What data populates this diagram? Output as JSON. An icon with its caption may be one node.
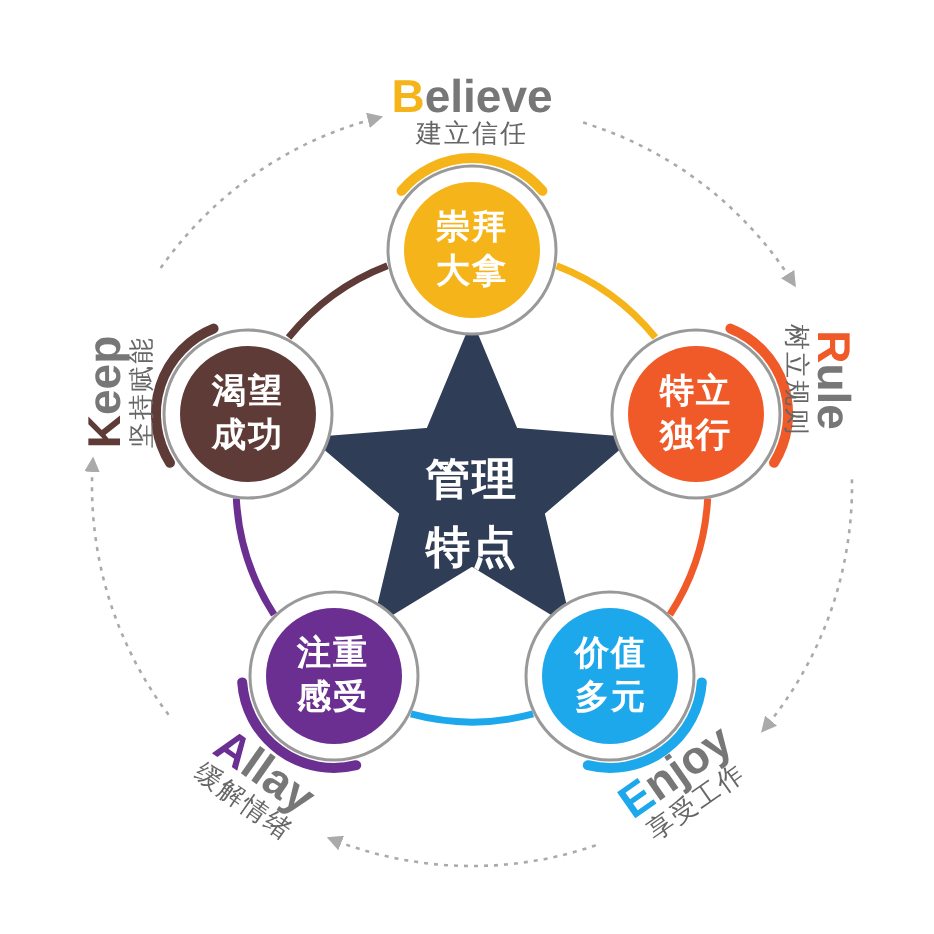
{
  "diagram": {
    "nodes": [
      {
        "text": [
          "管理特点"
        ]
      },
      {
        "text": [
          "崇拜大拿"
        ]
      },
      {
        "text": [
          "特立独行"
        ]
      },
      {
        "text": [
          "价值多元"
        ]
      },
      {
        "text": [
          "注重感受"
        ]
      },
      {
        "text": [
          "渴望成功"
        ]
      },
      {
        "text": [
          "Believe",
          "建立信任"
        ]
      },
      {
        "text": [
          "Rule",
          "树立规则"
        ]
      },
      {
        "text": [
          "Enjoy",
          "享受工作"
        ]
      },
      {
        "text": [
          "Allay",
          "缓解情绪"
        ]
      },
      {
        "text": [
          "Keep",
          "坚持赋能"
        ]
      }
    ],
    "edges": [
      {
        "from": 1,
        "to": 2,
        "arrow": "none",
        "style": "thick",
        "color": "#f5b41a"
      },
      {
        "from": 2,
        "to": 3,
        "arrow": "none",
        "style": "thick",
        "color": "#f05a28"
      },
      {
        "from": 3,
        "to": 4,
        "arrow": "none",
        "style": "thick",
        "color": "#1ea8ec"
      },
      {
        "from": 4,
        "to": 5,
        "arrow": "none",
        "style": "thick",
        "color": "#6b2f92"
      },
      {
        "from": 5,
        "to": 1,
        "arrow": "none",
        "style": "thick",
        "color": "#5e3b37"
      },
      {
        "from": 6,
        "to": 7,
        "arrow": "to",
        "style": "dashed",
        "color": "#aaaaaa"
      },
      {
        "from": 7,
        "to": 8,
        "arrow": "to",
        "style": "dashed",
        "color": "#aaaaaa"
      },
      {
        "from": 8,
        "to": 9,
        "arrow": "to",
        "style": "dashed",
        "color": "#aaaaaa"
      },
      {
        "from": 9,
        "to": 10,
        "arrow": "to",
        "style": "dashed",
        "color": "#aaaaaa"
      },
      {
        "from": 10,
        "to": 6,
        "arrow": "to",
        "style": "dashed",
        "color": "#aaaaaa"
      }
    ]
  }
}
